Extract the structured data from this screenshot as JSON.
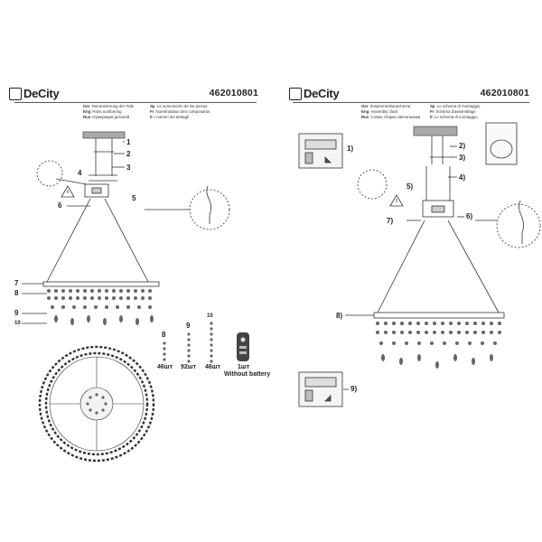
{
  "brand": {
    "name": "DeCity"
  },
  "product_code": "462010801",
  "left_sheet": {
    "headers": [
      {
        "lang": "Ger",
        "text": "Nummerierung der Teile"
      },
      {
        "lang": "Eng",
        "text": "Parts numbering"
      },
      {
        "lang": "Rus",
        "text": "Нумерация деталей"
      },
      {
        "lang": "Sp",
        "text": "La numeración de las piezas"
      },
      {
        "lang": "Fr",
        "text": "Numérotation des composants"
      },
      {
        "lang": "It",
        "text": "I numeri dei dettagli"
      }
    ],
    "part_numbers": [
      "1",
      "2",
      "3",
      "4",
      "5",
      "6",
      "7",
      "8",
      "9",
      "10"
    ],
    "parts_list": {
      "items": [
        {
          "number": "8",
          "qty": "46шт"
        },
        {
          "number": "9",
          "qty": "92шт"
        },
        {
          "number": "10",
          "qty": "46шт"
        }
      ],
      "remote": {
        "qty": "1шт",
        "note": "Without battery"
      }
    }
  },
  "right_sheet": {
    "headers": [
      {
        "lang": "Ger",
        "text": "Zusammenbauschema"
      },
      {
        "lang": "Eng",
        "text": "Assembly chart"
      },
      {
        "lang": "Rus",
        "text": "Схема сборки светильника"
      },
      {
        "lang": "Sp",
        "text": "Lo schema di montaggio"
      },
      {
        "lang": "Fr",
        "text": "Schéma d'assemblage"
      },
      {
        "lang": "It",
        "text": "Lo schema di montaggio"
      }
    ],
    "step_numbers": [
      "1)",
      "2)",
      "3)",
      "4)",
      "5)",
      "6)",
      "7)",
      "8)",
      "9)"
    ]
  }
}
